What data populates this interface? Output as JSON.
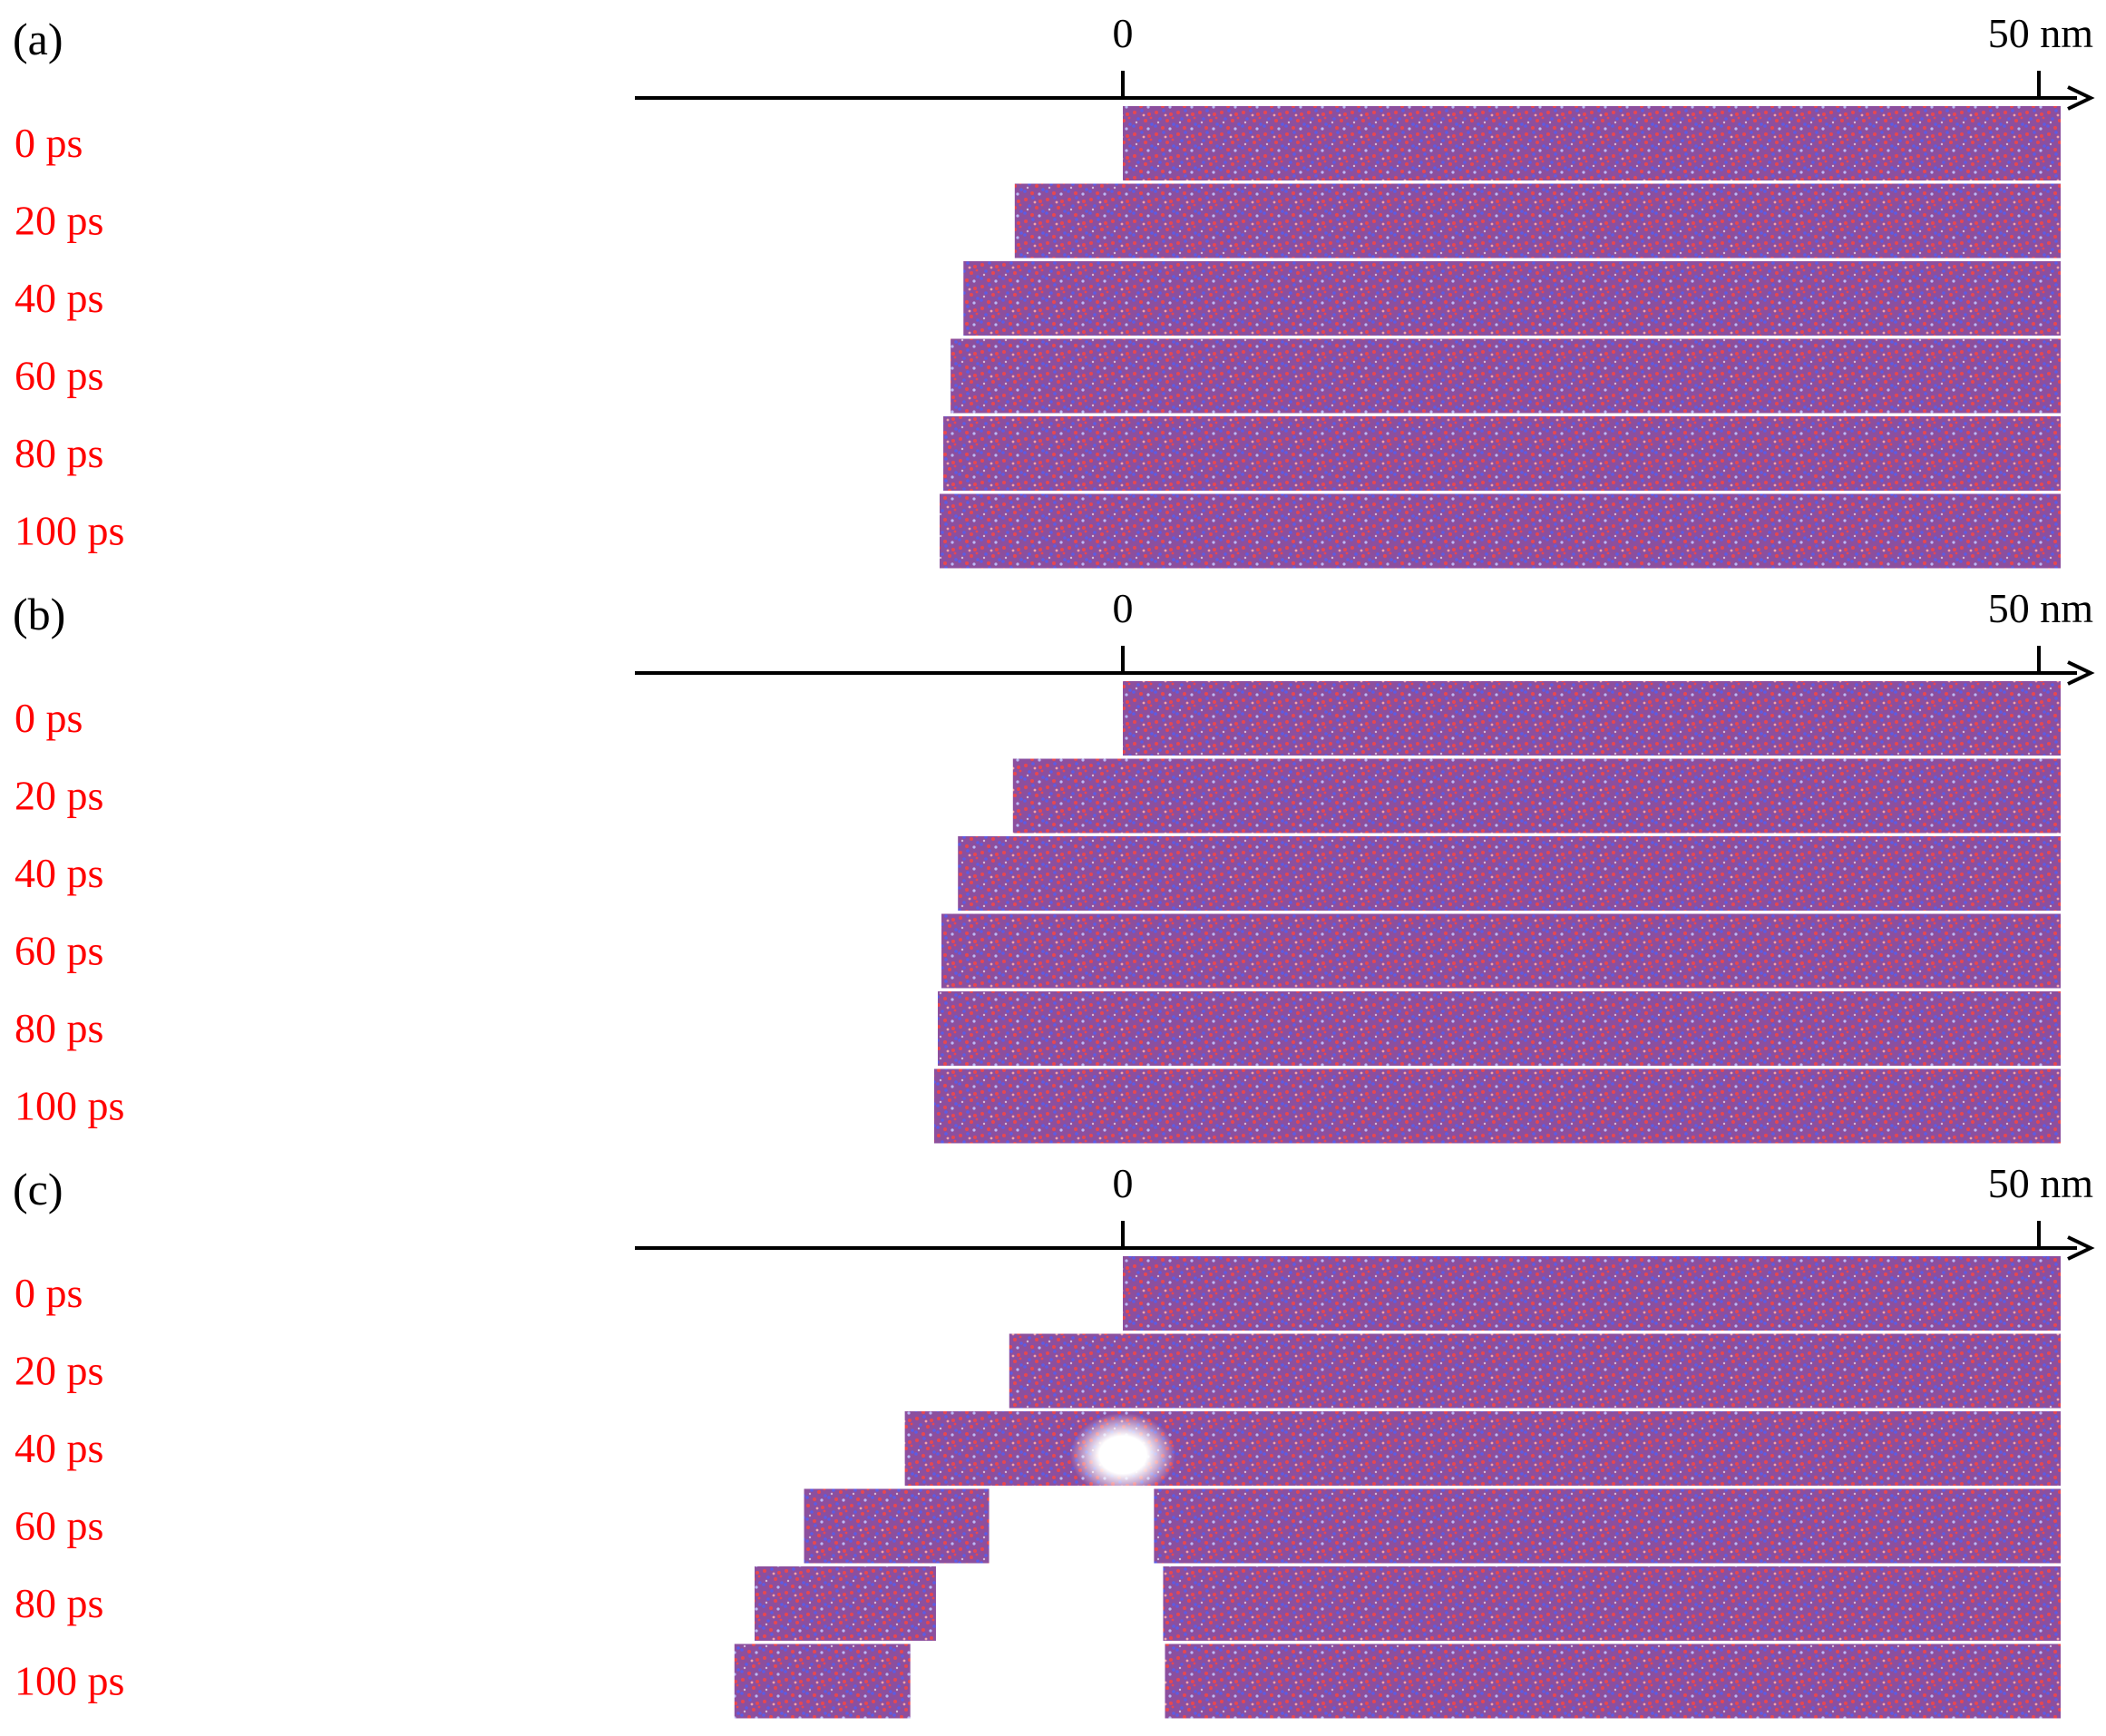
{
  "colors": {
    "red_atom": "#e8474f",
    "blue_atom": "#5b5ce6",
    "mix": "#8c4f9e",
    "time_label": "#ff0000",
    "axis": "#000000"
  },
  "axis": {
    "tick_zero": "0",
    "tick_end": "50 nm"
  },
  "panels": [
    {
      "letter": "(a)",
      "frames": [
        {
          "time": "0 ps",
          "left_nm": 0.0
        },
        {
          "time": "20 ps",
          "left_nm": -5.9
        },
        {
          "time": "40 ps",
          "left_nm": -8.7
        },
        {
          "time": "60 ps",
          "left_nm": -9.4
        },
        {
          "time": "80 ps",
          "left_nm": -9.8
        },
        {
          "time": "100 ps",
          "left_nm": -10.0
        }
      ]
    },
    {
      "letter": "(b)",
      "frames": [
        {
          "time": "0 ps",
          "left_nm": 0.0
        },
        {
          "time": "20 ps",
          "left_nm": -6.0
        },
        {
          "time": "40 ps",
          "left_nm": -9.0
        },
        {
          "time": "60 ps",
          "left_nm": -9.9
        },
        {
          "time": "80 ps",
          "left_nm": -10.1
        },
        {
          "time": "100 ps",
          "left_nm": -10.3
        }
      ]
    },
    {
      "letter": "(c)",
      "frames": [
        {
          "time": "0 ps",
          "left_nm": 0.0
        },
        {
          "time": "20 ps",
          "left_nm": -6.2
        },
        {
          "time": "40 ps",
          "left_nm": -11.9,
          "void_center_nm": 0.0
        },
        {
          "time": "60 ps",
          "left_nm": -17.4,
          "gap_nm": [
            -7.3,
            1.7
          ]
        },
        {
          "time": "80 ps",
          "left_nm": -20.1,
          "gap_nm": [
            -10.2,
            2.2
          ]
        },
        {
          "time": "100 ps",
          "left_nm": -21.2,
          "gap_nm": [
            -11.6,
            2.3
          ]
        }
      ]
    }
  ]
}
